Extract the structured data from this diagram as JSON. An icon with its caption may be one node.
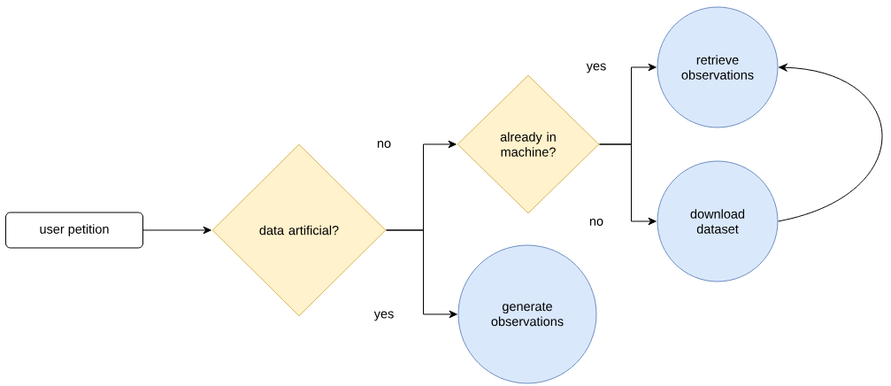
{
  "diagram": {
    "nodes": [
      {
        "text": [
          "user petition"
        ]
      },
      {
        "text": [
          "data artificial?"
        ]
      },
      {
        "text": [
          "already in machine?"
        ]
      },
      {
        "text": [
          "generate observations"
        ]
      },
      {
        "text": [
          "retrieve observations"
        ]
      },
      {
        "text": [
          "download dataset"
        ]
      }
    ],
    "edges": [
      {
        "from": 0,
        "to": 1,
        "arrow": "to"
      },
      {
        "from": 1,
        "to": 2,
        "arrow": "to",
        "label": "no"
      },
      {
        "from": 1,
        "to": 3,
        "arrow": "to",
        "label": "yes"
      },
      {
        "from": 2,
        "to": 4,
        "arrow": "to",
        "label": "yes"
      },
      {
        "from": 2,
        "to": 5,
        "arrow": "to",
        "label": "no"
      },
      {
        "from": 5,
        "to": 4,
        "arrow": "to"
      }
    ]
  }
}
